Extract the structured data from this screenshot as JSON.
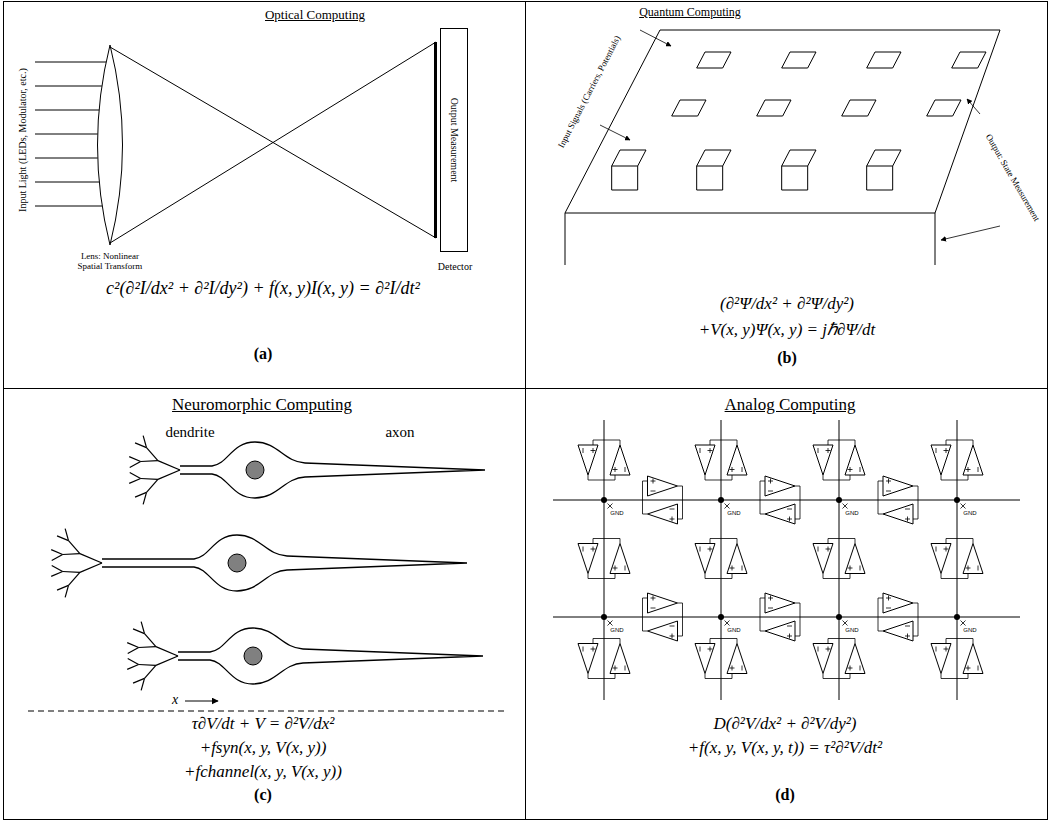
{
  "diagram": {
    "nodes": [
      {
        "text": [
          "Optical Computing",
          "c²(∂²I/dx² + ∂²I/dy²) + f(x, y)I(x, y) = ∂²I/dt²",
          "(a)"
        ]
      },
      {
        "text": [
          "Output Measurement"
        ],
        "in": 0
      },
      {
        "text": [
          "Quantum Computing",
          "(∂²Ψ/dx² + ∂²Ψ/dy²)",
          "+V(x, y)Ψ(x, y) = jℏ∂Ψ/dt",
          "(b)"
        ]
      },
      {
        "text": [
          "Neuromorphic Computing",
          "τ∂V/dt + V = ∂²V/dx²",
          "+fsyn(x, y, V(x, y))",
          "+fchannel(x, y, V(x, y))",
          "(c)"
        ]
      },
      {
        "text": [
          "Analog Computing",
          "D(∂²V/dx² + ∂²V/dy²)",
          "+f(x, y, V(x, y, t)) = τ²∂²V/dt²",
          "(d)"
        ]
      }
    ],
    "labels": [
      "Input Light (LEDs, Modulator, etc.)",
      "Lens: Nonlinear Spatial Transform",
      "Detector",
      "Input Signals (Carriers, Potentials)",
      "Output: State Measurement",
      "dendrite",
      "axon",
      "x",
      "GND",
      "GND",
      "GND",
      "GND",
      "GND",
      "GND",
      "GND",
      "GND"
    ]
  }
}
